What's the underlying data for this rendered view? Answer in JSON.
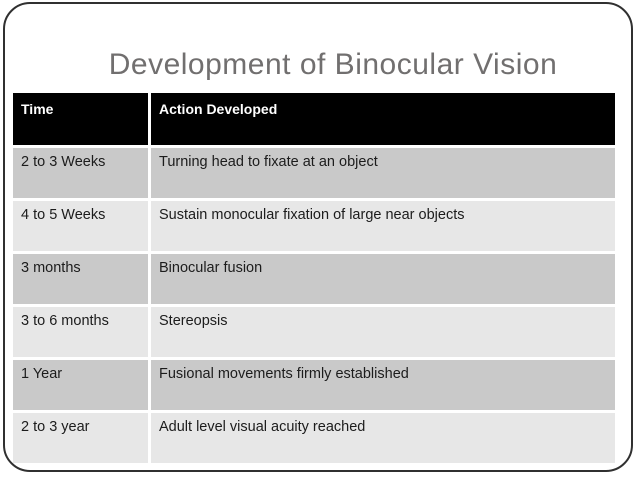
{
  "slide": {
    "title": "Development of Binocular Vision",
    "colors": {
      "border": "#303030",
      "title_text": "#716f6f",
      "header_bg": "#000000",
      "header_text": "#ffffff",
      "row_dark_bg": "#c9c9c9",
      "row_light_bg": "#e7e7e7",
      "row_text": "#1c1c1c"
    }
  },
  "table": {
    "headers": [
      "Time",
      "Action Developed"
    ],
    "rows": [
      {
        "time": "2 to 3 Weeks",
        "action": "Turning head to fixate at an object"
      },
      {
        "time": "4 to 5 Weeks",
        "action": "Sustain monocular fixation of large near objects"
      },
      {
        "time": "3 months",
        "action": "Binocular fusion"
      },
      {
        "time": "3 to 6 months",
        "action": "Stereopsis"
      },
      {
        "time": "1 Year",
        "action": "Fusional movements firmly established"
      },
      {
        "time": "2 to 3 year",
        "action": "Adult level visual acuity reached"
      }
    ]
  }
}
